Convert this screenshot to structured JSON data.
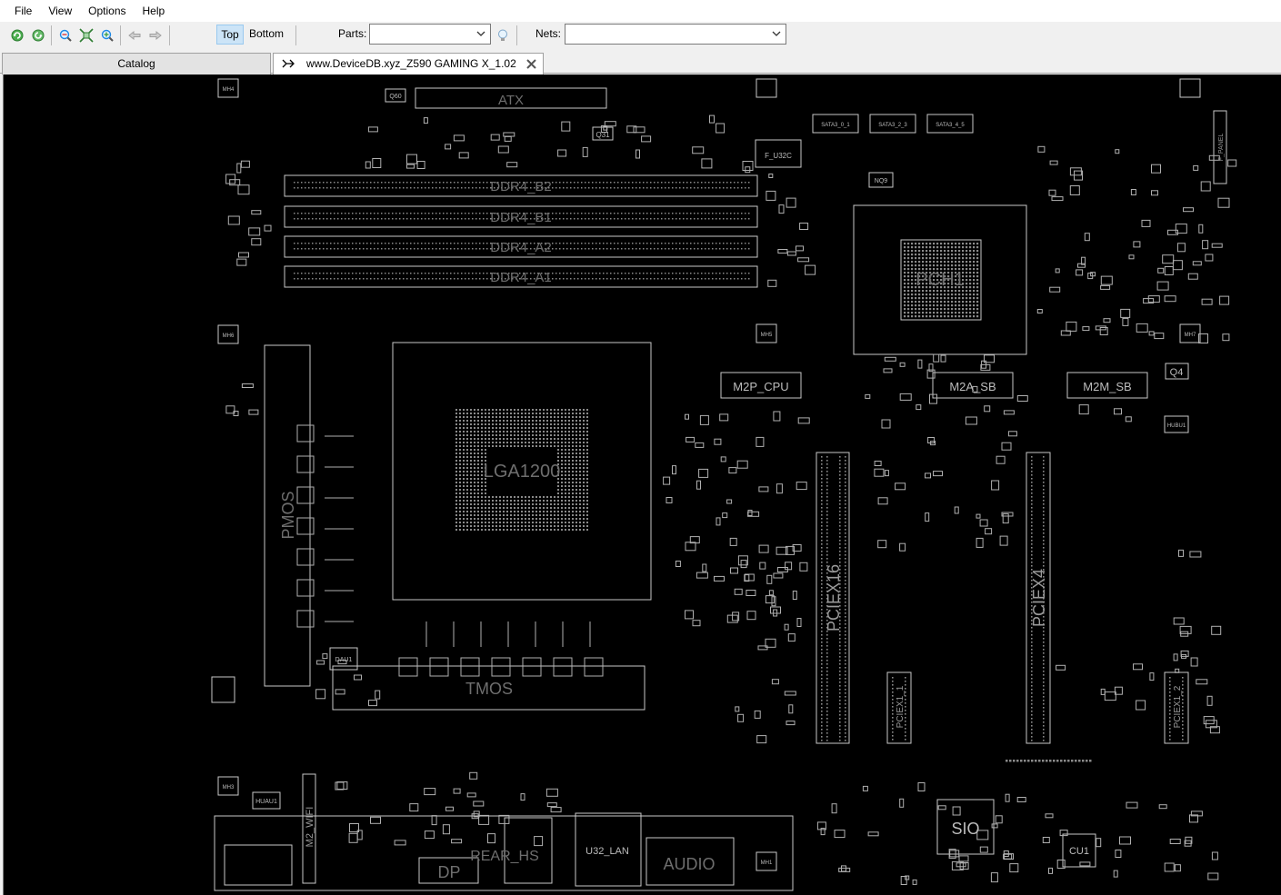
{
  "menu": [
    "File",
    "View",
    "Options",
    "Help"
  ],
  "toolbar": {
    "icons": [
      "refresh-green-icon",
      "refresh-green-alt-icon",
      "zoom-out-icon",
      "fit-view-icon",
      "zoom-in-icon",
      "back-arrow-icon",
      "forward-arrow-icon",
      "lightbulb-icon"
    ],
    "top_label": "Top",
    "bottom_label": "Bottom",
    "parts_label": "Parts:",
    "parts_value": "",
    "nets_label": "Nets:",
    "nets_value": ""
  },
  "tabs": {
    "catalog": "Catalog",
    "board": "www.DeviceDB.xyz_Z590 GAMING X_1.02"
  },
  "board": {
    "labels": {
      "atx": "ATX",
      "ddr_b2": "DDR4_B2",
      "ddr_b1": "DDR4_B1",
      "ddr_a2": "DDR4_A2",
      "ddr_a1": "DDR4_A1",
      "pch": "PCH1",
      "cpu": "LGA1200",
      "pmos": "PMOS",
      "tmos": "TMOS",
      "m2p_cpu": "M2P_CPU",
      "m2a_sb": "M2A_SB",
      "m2m_sb": "M2M_SB",
      "pciex16": "PCIEX16",
      "pciex4": "PCIEX4",
      "pciex1_1": "PCIEX1_1",
      "pciex1_2": "PCIEX1_2",
      "sio": "SIO",
      "cu1": "CU1",
      "audio": "AUDIO",
      "u32_lan": "U32_LAN",
      "rear_hs": "REAR_HS",
      "dp": "DP",
      "m2_wifi": "M2_WIFI",
      "f_u32c": "F_U32C",
      "q4": "Q4",
      "q31": "Q31",
      "q60": "Q60",
      "nq9": "NQ9",
      "dau1": "DAU1",
      "hubu1": "HUBU1",
      "huau1": "HUAU1",
      "sata3_01": "SATA3_0_1",
      "sata3_23": "SATA3_2_3",
      "sata3_45": "SATA3_4_5",
      "f_panel": "F_PANEL",
      "mh4": "MH4",
      "mh3": "MH3",
      "mh5": "MH5",
      "mh6": "MH6",
      "mh7": "MH7",
      "mh1": "MH1"
    }
  },
  "colors": {
    "board_bg": "#000000",
    "trace": "#c8c8c8",
    "label": "#6e6e6e",
    "selected_tab": "#cce4f7"
  }
}
